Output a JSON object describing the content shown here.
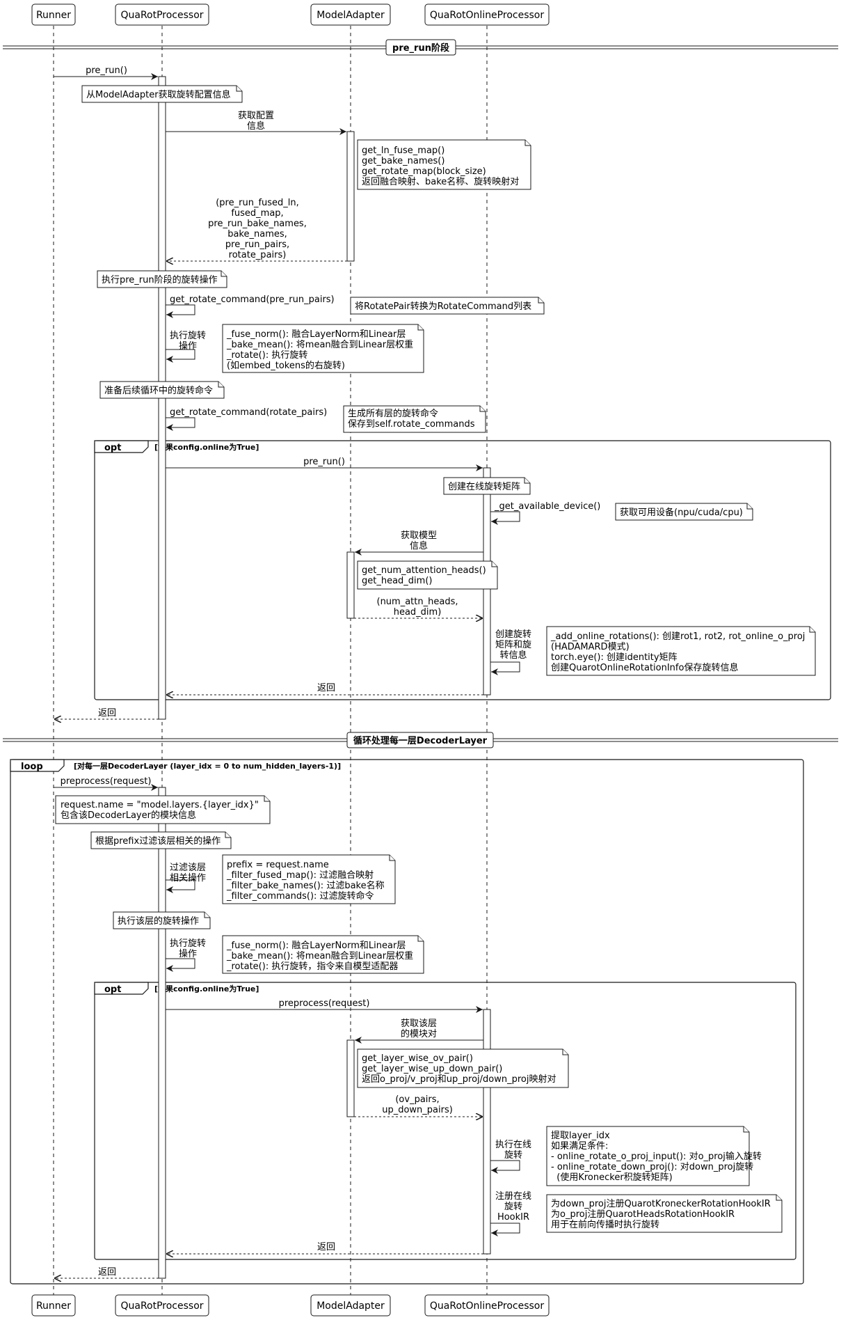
{
  "participants": [
    "Runner",
    "QuaRotProcessor",
    "ModelAdapter",
    "QuaRotOnlineProcessor"
  ],
  "dividers": [
    "pre_run阶段",
    "循环处理每一层DecoderLayer"
  ],
  "frames": {
    "opt1": {
      "keyword": "opt",
      "condition": "[如果config.online为True]"
    },
    "loop": {
      "keyword": "loop",
      "condition": "[对每一层DecoderLayer (layer_idx = 0 to num_hidden_layers-1)]"
    },
    "opt2": {
      "keyword": "opt",
      "condition": "[如果config.online为True]"
    }
  },
  "messages": {
    "m1": [
      "pre_run()"
    ],
    "m2": [
      "获取配置",
      "信息"
    ],
    "m3": [
      "(pre_run_fused_ln,",
      "fused_map,",
      "pre_run_bake_names,",
      "bake_names,",
      "pre_run_pairs,",
      "rotate_pairs)"
    ],
    "m4": [
      "get_rotate_command(pre_run_pairs)"
    ],
    "m5": [
      "执行旋转",
      "操作"
    ],
    "m6": [
      "get_rotate_command(rotate_pairs)"
    ],
    "m7": [
      "pre_run()"
    ],
    "m8": [
      "_get_available_device()"
    ],
    "m9": [
      "获取模型",
      "信息"
    ],
    "m10": [
      "(num_attn_heads,",
      "head_dim)"
    ],
    "m11": [
      "创建旋转",
      "矩阵和旋",
      "转信息"
    ],
    "m12": [
      "返回"
    ],
    "m13": [
      "返回"
    ],
    "m14": [
      "preprocess(request)"
    ],
    "m15": [
      "过滤该层",
      "相关操作"
    ],
    "m16": [
      "执行旋转",
      "操作"
    ],
    "m17": [
      "preprocess(request)"
    ],
    "m18": [
      "获取该层",
      "的模块对"
    ],
    "m19": [
      "(ov_pairs,",
      "up_down_pairs)"
    ],
    "m20": [
      "执行在线",
      "旋转"
    ],
    "m21": [
      "注册在线",
      "旋转",
      "HookIR"
    ],
    "m22": [
      "返回"
    ],
    "m23": [
      "返回"
    ]
  },
  "notes": {
    "n1": [
      "从ModelAdapter获取旋转配置信息"
    ],
    "n2": [
      "get_ln_fuse_map()",
      "get_bake_names()",
      "get_rotate_map(block_size)",
      "返回融合映射、bake名称、旋转映射对"
    ],
    "n3": [
      "执行pre_run阶段的旋转操作"
    ],
    "n4": [
      "将RotatePair转换为RotateCommand列表"
    ],
    "n5": [
      "_fuse_norm(): 融合LayerNorm和Linear层",
      "_bake_mean(): 将mean融合到Linear层权重",
      "_rotate(): 执行旋转",
      "(如embed_tokens的右旋转)"
    ],
    "n6": [
      "准备后续循环中的旋转命令"
    ],
    "n7": [
      "生成所有层的旋转命令",
      "保存到self.rotate_commands"
    ],
    "n8": [
      "创建在线旋转矩阵"
    ],
    "n9": [
      "获取可用设备(npu/cuda/cpu)"
    ],
    "n10": [
      "get_num_attention_heads()",
      "get_head_dim()"
    ],
    "n11": [
      "_add_online_rotations(): 创建rot1, rot2, rot_online_o_proj",
      "(HADAMARD模式)",
      "torch.eye(): 创建identity矩阵",
      "创建QuarotOnlineRotationInfo保存旋转信息"
    ],
    "n12": [
      "request.name = \"model.layers.{layer_idx}\"",
      "包含该DecoderLayer的模块信息"
    ],
    "n13": [
      "根据prefix过滤该层相关的操作"
    ],
    "n14": [
      "prefix = request.name",
      "_filter_fused_map(): 过滤融合映射",
      "_filter_bake_names(): 过滤bake名称",
      "_filter_commands(): 过滤旋转命令"
    ],
    "n15": [
      "执行该层的旋转操作"
    ],
    "n16": [
      "_fuse_norm(): 融合LayerNorm和Linear层",
      "_bake_mean(): 将mean融合到Linear层权重",
      "_rotate(): 执行旋转，指令来自模型适配器"
    ],
    "n17": [
      "get_layer_wise_ov_pair()",
      "get_layer_wise_up_down_pair()",
      "返回o_proj/v_proj和up_proj/down_proj映射对"
    ],
    "n18": [
      "提取layer_idx",
      "如果满足条件:",
      "- online_rotate_o_proj_input(): 对o_proj输入旋转",
      "- online_rotate_down_proj(): 对down_proj旋转",
      "  (使用Kronecker积旋转矩阵)"
    ],
    "n19": [
      "为down_proj注册QuarotKroneckerRotationHookIR",
      "为o_proj注册QuarotHeadsRotationHookIR",
      "用于在前向传播时执行旋转"
    ]
  }
}
